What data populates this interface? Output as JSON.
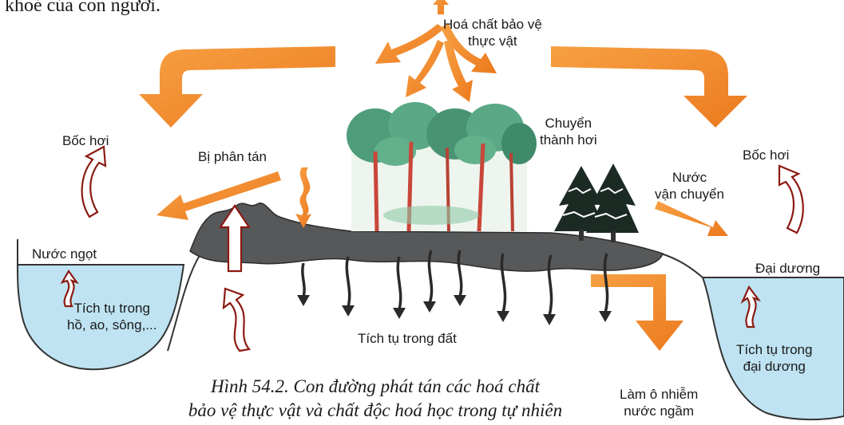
{
  "top_text": "khoẻ của con người.",
  "labels": {
    "chemicals": [
      "Hoá chất bảo vệ",
      "thực vật"
    ],
    "evaporate_left": "Bốc hơi",
    "dispersed": "Bị phân tán",
    "vaporize": [
      "Chuyển",
      "thành hơi"
    ],
    "evaporate_right": "Bốc hơi",
    "water_transport": [
      "Nước",
      "vận chuyển"
    ],
    "fresh_water": "Nước ngọt",
    "ocean": "Đại dương",
    "accum_fresh": [
      "Tích tụ trong",
      "hồ, ao, sông,..."
    ],
    "accum_soil": "Tích tụ trong đất",
    "accum_ocean": [
      "Tích tụ trong",
      "đại dương"
    ],
    "groundwater": [
      "Làm ô nhiễm",
      "nước ngầm"
    ]
  },
  "caption": [
    "Hình 54.2. Con đường phát tán các hoá chất",
    "bảo vệ thực vật và chất độc hoá học trong tự nhiên"
  ],
  "colors": {
    "arrow_orange": "#f08a2c",
    "outline_arrow": "#8b1a12",
    "water": "#bfe3f2",
    "soil": "#56585a",
    "forest_green": "#4f9c7a",
    "pine": "#1c2a24"
  }
}
